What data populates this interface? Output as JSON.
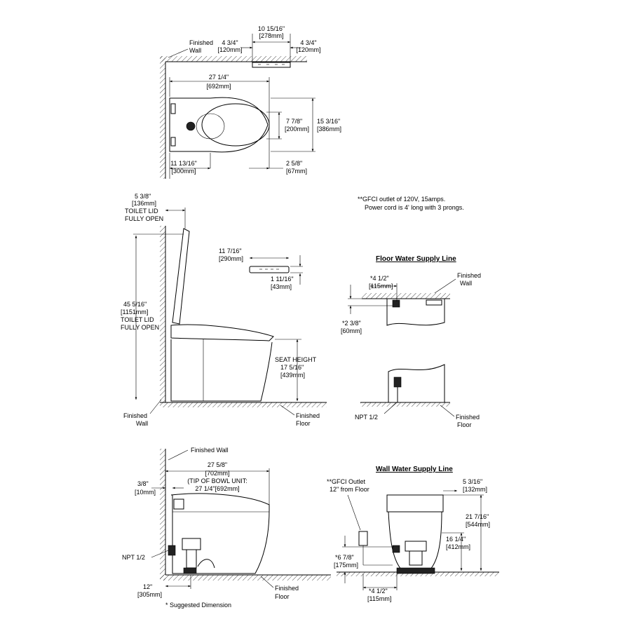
{
  "plan": {
    "finished_wall": [
      "Finished",
      "Wall"
    ],
    "d_10_15_16": [
      "10 15/16\"",
      "[278mm]"
    ],
    "d_4_3_4_left": [
      "4 3/4\"",
      "[120mm]"
    ],
    "d_4_3_4_right": [
      "4 3/4\"",
      "[120mm]"
    ],
    "d_27_1_4": [
      "27 1/4\"",
      "[692mm]"
    ],
    "d_7_7_8": [
      "7 7/8\"",
      "[200mm]"
    ],
    "d_15_3_16": [
      "15 3/16\"",
      "[386mm]"
    ],
    "d_11_13_16": [
      "11 13/16\"",
      "[300mm]"
    ],
    "d_2_5_8": [
      "2 5/8\"",
      "[67mm]"
    ]
  },
  "side": {
    "d_5_3_8": [
      "5 3/8\"",
      "[136mm]",
      "TOILET LID",
      "FULLY OPEN"
    ],
    "d_45_5_16": [
      "45 5/16\"",
      "[1151mm]",
      "TOILET LID",
      "FULLY OPEN"
    ],
    "d_11_7_16": [
      "11 7/16\"",
      "[290mm]"
    ],
    "d_1_11_16": [
      "1 11/16\"",
      "[43mm]"
    ],
    "seat_height": [
      "SEAT HEIGHT",
      "17 5/16\"",
      "[439mm]"
    ],
    "finished_wall": [
      "Finished",
      "Wall"
    ],
    "finished_floor": [
      "Finished",
      "Floor"
    ]
  },
  "note": [
    "**GFCI outlet of 120V, 15amps.",
    "Power cord is 4' long with 3 prongs."
  ],
  "floor_supply": {
    "title": "Floor Water Supply Line",
    "d_4_1_2": [
      "*4 1/2\"",
      "[115mm]"
    ],
    "finished_wall": [
      "Finished",
      "Wall"
    ],
    "d_2_3_8": [
      "*2 3/8\"",
      "[60mm]"
    ],
    "npt": "NPT 1/2",
    "finished_floor": [
      "Finished",
      "Floor"
    ]
  },
  "bottom_left": {
    "finished_wall": "Finished Wall",
    "d_27_5_8": [
      "27 5/8\"",
      "[702mm]",
      "(TIP OF BOWL UNIT:",
      "27 1/4\"[692mm]"
    ],
    "d_3_8": [
      "3/8\"",
      "[10mm]"
    ],
    "npt": "NPT 1/2",
    "d_12": [
      "12\"",
      "[305mm]"
    ],
    "finished_floor": [
      "Finished",
      "Floor"
    ],
    "suggested": "* Suggested Dimension"
  },
  "wall_supply": {
    "title": "Wall Water Supply Line",
    "gfci": [
      "**GFCI Outlet",
      "12\" from Floor"
    ],
    "d_5_3_16": [
      "5 3/16\"",
      "[132mm]"
    ],
    "d_21_7_16": [
      "21 7/16\"",
      "[544mm]"
    ],
    "d_16_1_4": [
      "16 1/4\"",
      "[412mm]"
    ],
    "d_6_7_8": [
      "*6 7/8\"",
      "[175mm]"
    ],
    "d_4_1_2": [
      "*4 1/2\"",
      "[115mm]"
    ]
  }
}
